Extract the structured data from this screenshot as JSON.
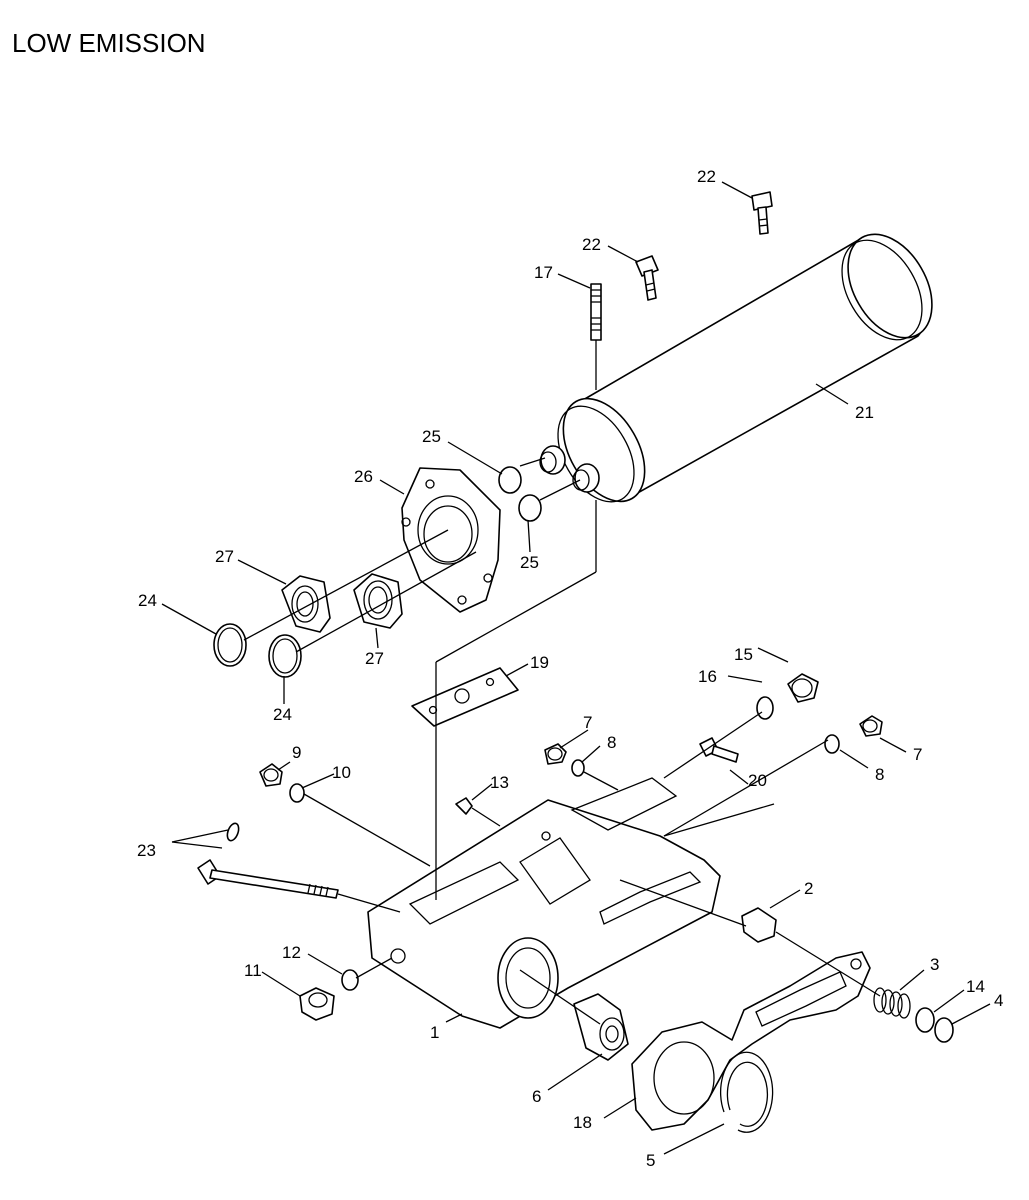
{
  "title": "LOW EMISSION",
  "callouts": [
    {
      "id": "c1",
      "text": "1"
    },
    {
      "id": "c2",
      "text": "2"
    },
    {
      "id": "c3",
      "text": "3"
    },
    {
      "id": "c4",
      "text": "4"
    },
    {
      "id": "c5",
      "text": "5"
    },
    {
      "id": "c6",
      "text": "6"
    },
    {
      "id": "c7a",
      "text": "7"
    },
    {
      "id": "c7b",
      "text": "7"
    },
    {
      "id": "c8a",
      "text": "8"
    },
    {
      "id": "c8b",
      "text": "8"
    },
    {
      "id": "c9",
      "text": "9"
    },
    {
      "id": "c10",
      "text": "10"
    },
    {
      "id": "c11",
      "text": "11"
    },
    {
      "id": "c12",
      "text": "12"
    },
    {
      "id": "c13",
      "text": "13"
    },
    {
      "id": "c14",
      "text": "14"
    },
    {
      "id": "c15",
      "text": "15"
    },
    {
      "id": "c16",
      "text": "16"
    },
    {
      "id": "c17",
      "text": "17"
    },
    {
      "id": "c18",
      "text": "18"
    },
    {
      "id": "c19",
      "text": "19"
    },
    {
      "id": "c20",
      "text": "20"
    },
    {
      "id": "c21",
      "text": "21"
    },
    {
      "id": "c22a",
      "text": "22"
    },
    {
      "id": "c22b",
      "text": "22"
    },
    {
      "id": "c23",
      "text": "23"
    },
    {
      "id": "c24a",
      "text": "24"
    },
    {
      "id": "c24b",
      "text": "24"
    },
    {
      "id": "c25a",
      "text": "25"
    },
    {
      "id": "c25b",
      "text": "25"
    },
    {
      "id": "c26",
      "text": "26"
    },
    {
      "id": "c27a",
      "text": "27"
    },
    {
      "id": "c27b",
      "text": "27"
    }
  ]
}
